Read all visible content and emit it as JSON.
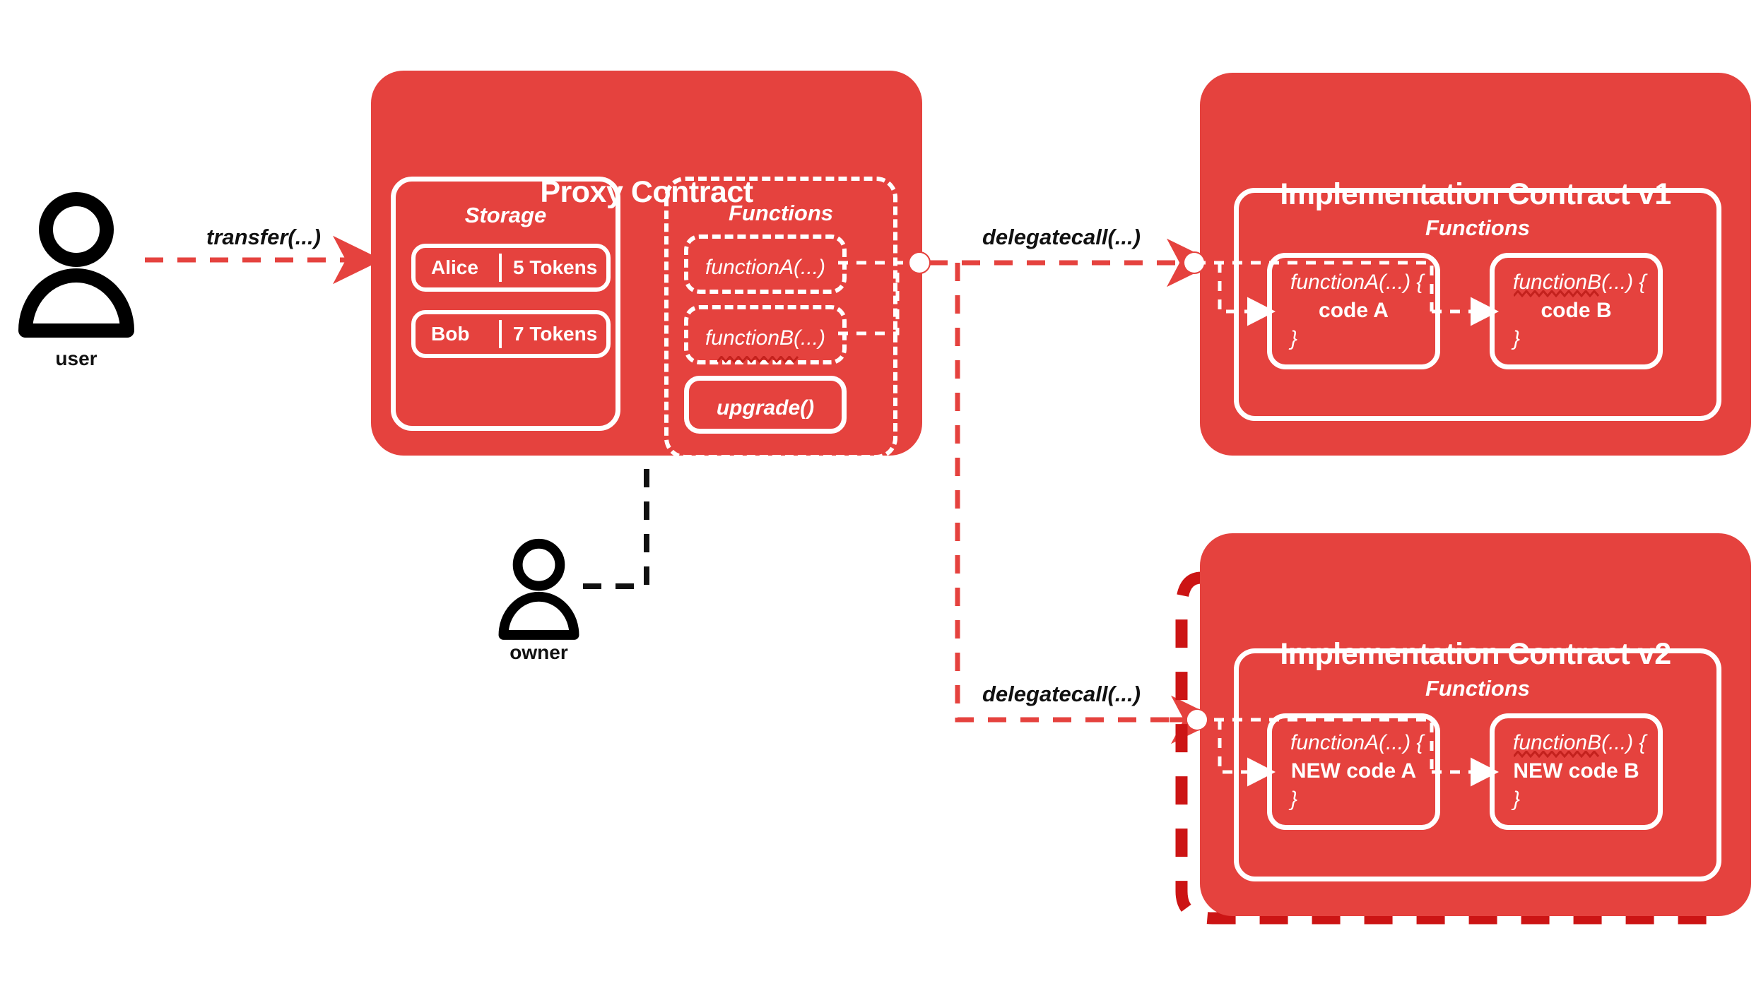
{
  "diagram": {
    "title_proxy": "Proxy Contract",
    "title_impl_v1": "Implementation Contract v1",
    "title_impl_v2": "Implementation Contract v2",
    "colors": {
      "card_red": "#E5423E",
      "highlight_red": "#CC1414",
      "arrow_red": "#E5423E",
      "black": "#111111",
      "white": "#FFFFFF"
    }
  },
  "actors": [
    {
      "id": "user",
      "label": "user"
    },
    {
      "id": "owner",
      "label": "owner"
    }
  ],
  "edges": {
    "transfer": "transfer(...)",
    "delegatecall_v1": "delegatecall(...)",
    "delegatecall_v2": "delegatecall(...)"
  },
  "proxy": {
    "title": "Proxy Contract",
    "storage": {
      "title": "Storage",
      "rows": [
        {
          "name": "Alice",
          "sep": "|",
          "value": "5 Tokens"
        },
        {
          "name": "Bob",
          "sep": "|",
          "value": "7 Tokens"
        }
      ]
    },
    "functions": {
      "title": "Functions",
      "items": [
        {
          "label": "functionA(...)",
          "style": "dashed",
          "squiggly": false
        },
        {
          "label": "functionB(...)",
          "style": "dashed",
          "squiggly": true
        },
        {
          "label": "upgrade()",
          "style": "solid",
          "squiggly": false
        }
      ]
    }
  },
  "impl_v1": {
    "title": "Implementation Contract v1",
    "functions_title": "Functions",
    "functions": [
      {
        "signature": "functionA(...) {",
        "body": "code A",
        "close": "}",
        "squiggly": false
      },
      {
        "signature": "functionB(...) {",
        "body": "code B",
        "close": "}",
        "squiggly": true
      }
    ]
  },
  "impl_v2": {
    "title": "Implementation Contract v2",
    "functions_title": "Functions",
    "highlighted": true,
    "functions": [
      {
        "signature": "functionA(...) {",
        "body": "NEW code A",
        "close": "}",
        "squiggly": false
      },
      {
        "signature": "functionB(...) {",
        "body": "NEW code B",
        "close": "}",
        "squiggly": true
      }
    ]
  },
  "icons": {
    "user": "person-icon",
    "owner": "person-icon"
  }
}
